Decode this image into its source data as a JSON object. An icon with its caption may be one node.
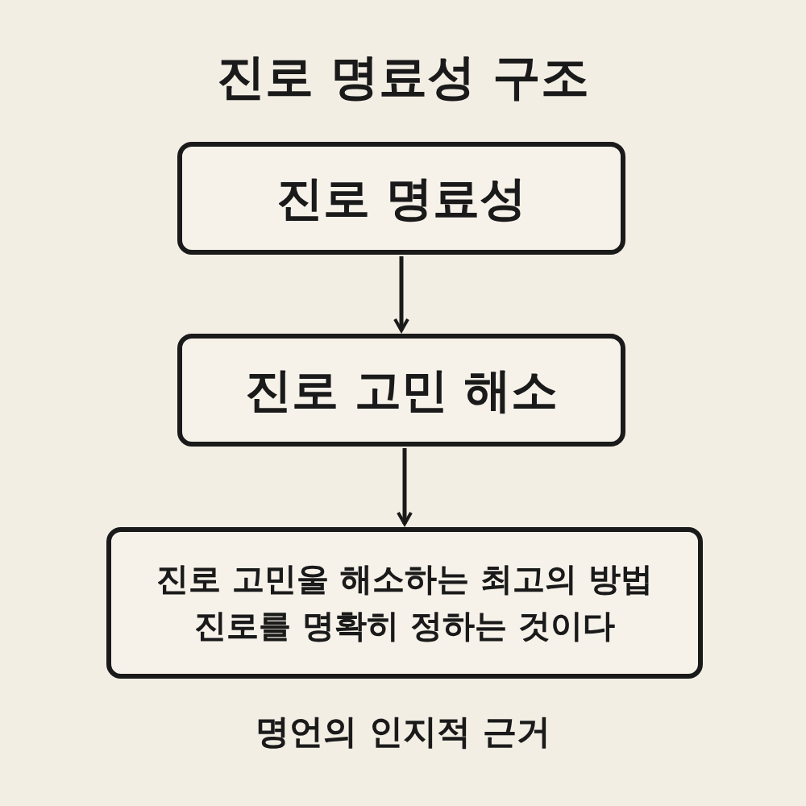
{
  "diagram": {
    "title": "진로 명료성 구조",
    "caption": "명언의 인지적 근거",
    "nodes": [
      {
        "text": [
          "진로 명료성"
        ]
      },
      {
        "text": [
          "진로 고민 해소"
        ]
      },
      {
        "text": [
          "진로 고민울 해소하는 최고의 방법",
          "진로를 명확히 정하는 것이다"
        ]
      }
    ],
    "edges": [
      {
        "from": 0,
        "to": 1,
        "arrow": "to"
      },
      {
        "from": 1,
        "to": 2,
        "arrow": "to"
      }
    ]
  }
}
